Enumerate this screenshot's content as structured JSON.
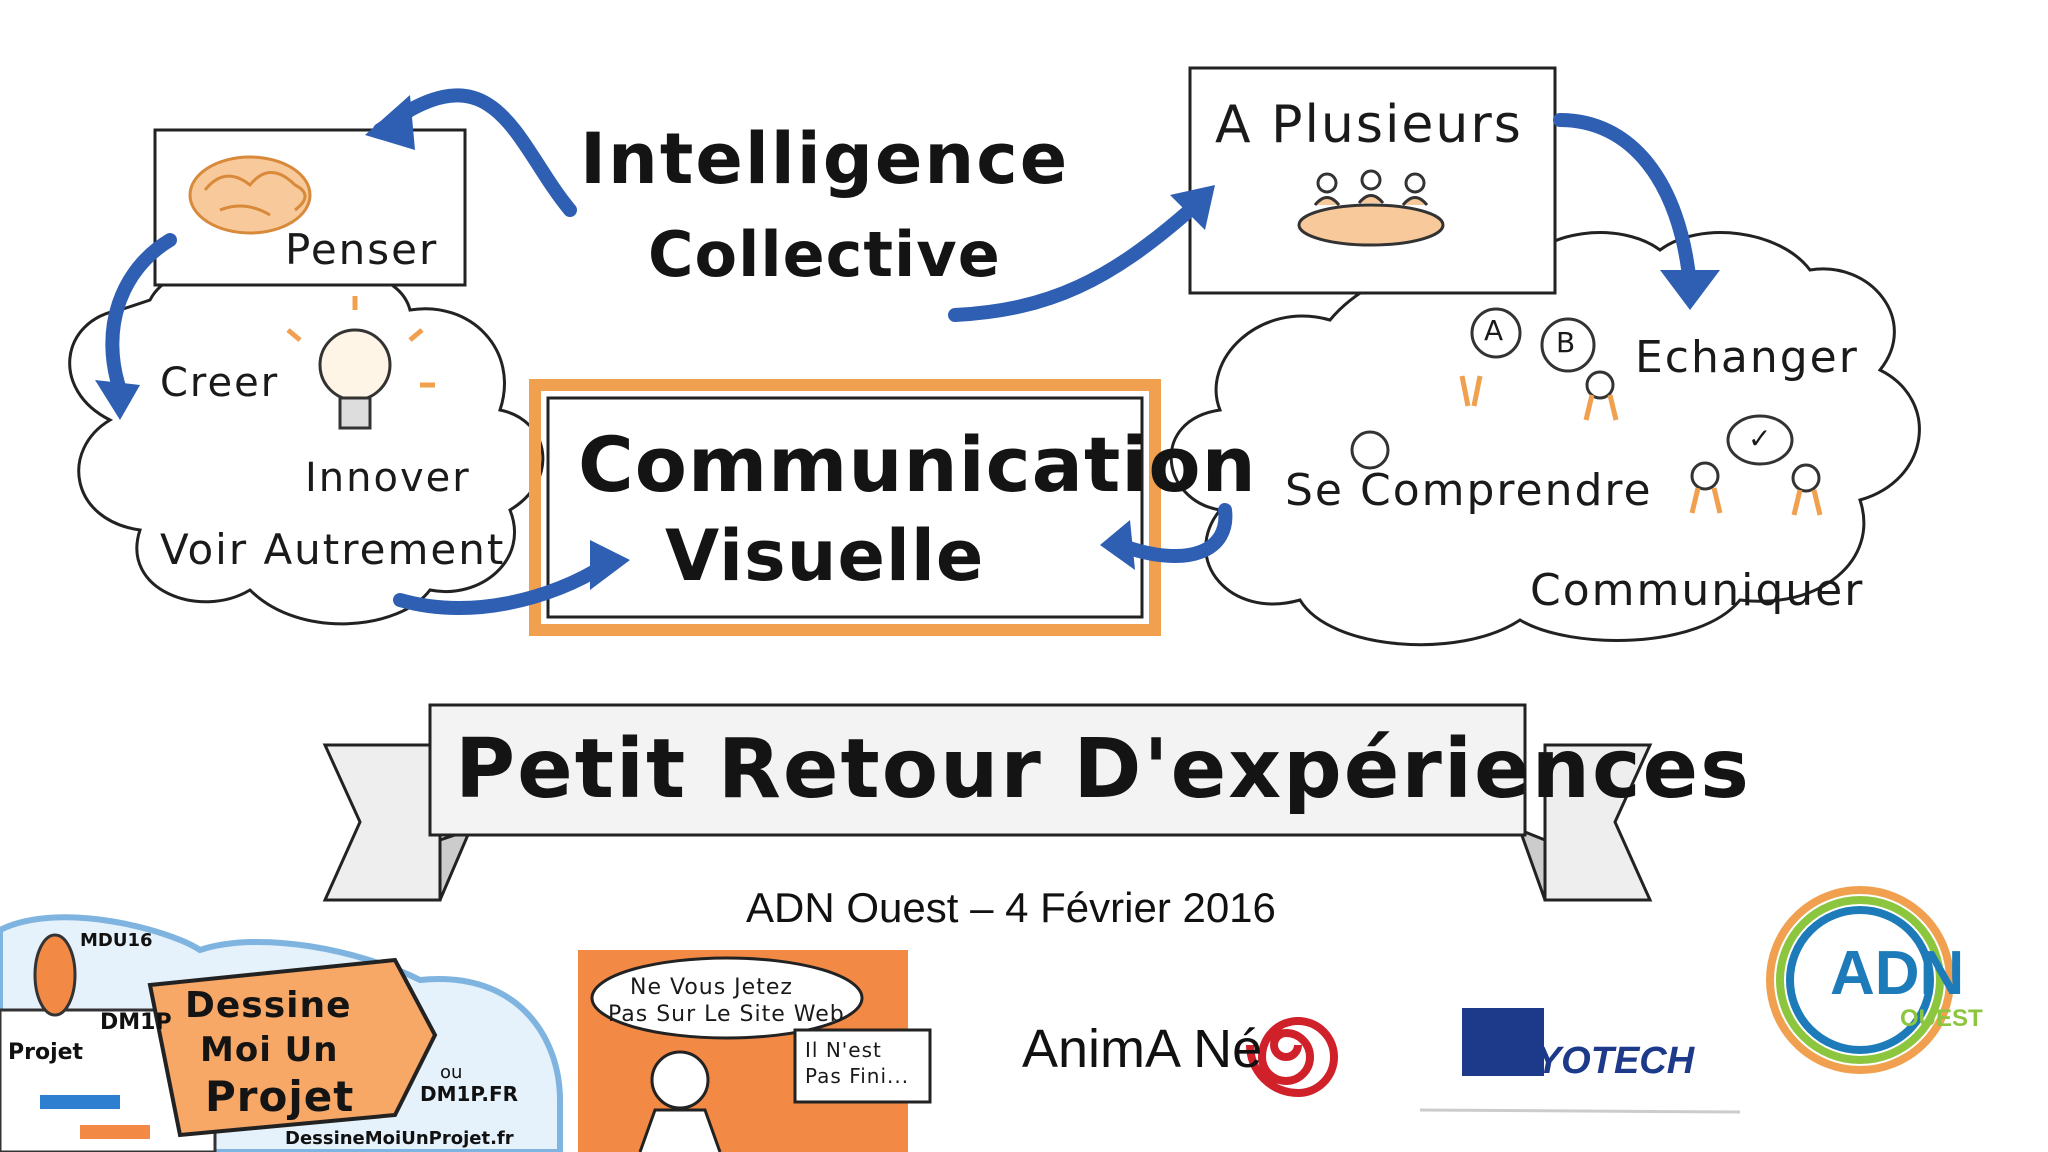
{
  "top": {
    "intelligence": "Intelligence",
    "collective": "Collective",
    "penser": "Penser",
    "creer": "Creer",
    "innover": "Innover",
    "voir_autrement": "Voir Autrement",
    "communication": "Communication",
    "visuelle": "Visuelle",
    "a_plusieurs": "A Plusieurs",
    "echanger": "Echanger",
    "se_comprendre": "Se Comprendre",
    "communiquer": "Communiquer",
    "bubble_a": "A",
    "bubble_b": "B",
    "bubble_check": "✓"
  },
  "banner": {
    "title": "Petit Retour D'expériences"
  },
  "event": {
    "subtitle": "ADN Ouest – 4 Février 2016"
  },
  "logos": {
    "dessine": {
      "badge": "MDU16",
      "tag": "DM1P",
      "projet": "Projet",
      "title_1": "Dessine",
      "title_2": "Moi Un",
      "title_3": "Projet",
      "ou": "ou",
      "short_url": "DM1P.FR",
      "url": "DessineMoiUnProjet.fr"
    },
    "cartoon": {
      "line_1": "Ne Vous Jetez",
      "line_2": "Pas Sur Le Site Web",
      "reply_1": "Il N'est",
      "reply_2": "Pas Fini..."
    },
    "animane": {
      "text": "AnimA Né"
    },
    "alyotech": {
      "text": "ALYOTECH"
    },
    "adn": {
      "text_1": "ADN",
      "text_2": "OUEST"
    }
  },
  "colors": {
    "arrow_blue": "#2e5fb3",
    "orange": "#f0a04e",
    "cartoon_orange": "#f28a45",
    "adn_blue": "#1c7bb8",
    "alyotech_navy": "#1d3a8a",
    "red_spiral": "#d0202a"
  }
}
